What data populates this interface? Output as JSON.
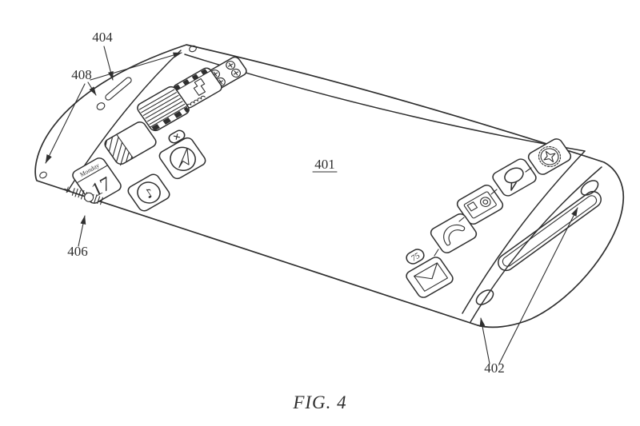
{
  "figure": {
    "caption": "FIG. 4"
  },
  "labels": {
    "display": "401",
    "end_buttons": "402",
    "speaker": "404",
    "volume_slider": "406",
    "sensors": "408"
  },
  "icons": {
    "names": [
      "knobs",
      "widgets",
      "piano",
      "shelf",
      "calendar",
      "maps",
      "music",
      "clock",
      "chat",
      "camera",
      "phone",
      "mail"
    ],
    "calendar_weekday": "Monday",
    "calendar_day": "17",
    "mail_badge": "75",
    "music_note": "♪",
    "slider_plus": "+",
    "slider_minus": "−"
  },
  "colors": {
    "line": "#2f2f2f",
    "background": "#ffffff"
  }
}
